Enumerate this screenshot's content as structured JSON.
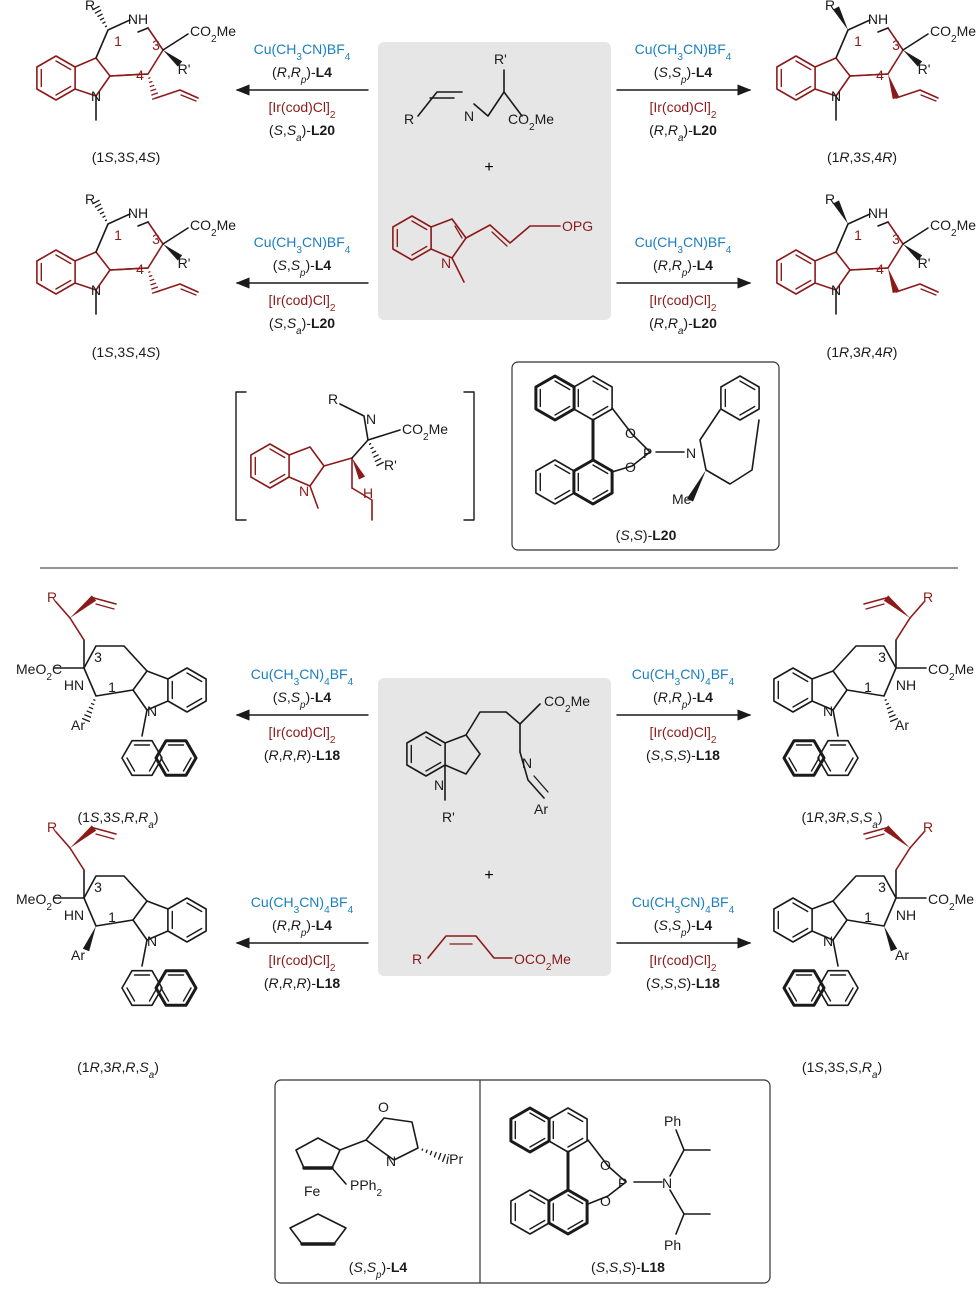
{
  "colors": {
    "black": "#1a1a1a",
    "red": "#8b1a1a",
    "blue": "#1a7fc1",
    "panel": "#e6e6e6",
    "rule": "#555555"
  },
  "top": {
    "substrate_imine": {
      "R": "R",
      "Rp": "R'",
      "N": "N",
      "ester": "CO2Me"
    },
    "plus": "+",
    "substrate_allyl": {
      "label": "OPG",
      "N": "N"
    },
    "rows": [
      {
        "left_cu": "Cu(CH3CN)BF4",
        "left_cu_lig": "(R,Rp)-L4",
        "left_ir": "[Ir(cod)Cl]2",
        "left_ir_lig": "(S,Sa)-L20",
        "right_cu": "Cu(CH3CN)BF4",
        "right_cu_lig": "(S,Sp)-L4",
        "right_ir": "[Ir(cod)Cl]2",
        "right_ir_lig": "(R,Ra)-L20",
        "left_label": "(1S,3S,4S)",
        "right_label": "(1R,3S,4R)"
      },
      {
        "left_cu": "Cu(CH3CN)BF4",
        "left_cu_lig": "(S,Sp)-L4",
        "left_ir": "[Ir(cod)Cl]2",
        "left_ir_lig": "(S,Sa)-L20",
        "right_cu": "Cu(CH3CN)BF4",
        "right_cu_lig": "(R,Rp)-L4",
        "right_ir": "[Ir(cod)Cl]2",
        "right_ir_lig": "(R,Ra)-L20",
        "left_label": "(1S,3S,4S)",
        "right_label": "(1R,3R,4R)"
      }
    ],
    "product_labels": {
      "R": "R",
      "NH": "NH",
      "ester": "CO2Me",
      "Rp": "R'",
      "N": "N",
      "n1": "1",
      "n3": "3",
      "n4": "4"
    },
    "intermediate": {
      "R": "R",
      "N": "N",
      "ester": "CO2Me",
      "Rp": "R'",
      "H": "H"
    },
    "ligand_L20": {
      "O1": "O",
      "O2": "O",
      "P": "P",
      "N": "N",
      "Me": "Me",
      "caption": "(S,S)-L20"
    }
  },
  "bottom": {
    "substrate_imine": {
      "ester": "CO2Me",
      "N": "N",
      "Ar": "Ar",
      "Rp": "R'"
    },
    "plus": "+",
    "substrate_allyl": {
      "R": "R",
      "label": "OCO2Me"
    },
    "rows": [
      {
        "left_cu": "Cu(CH3CN)4BF4",
        "left_cu_lig": "(S,Sp)-L4",
        "left_ir": "[Ir(cod)Cl]2",
        "left_ir_lig": "(R,R,R)-L18",
        "right_cu": "Cu(CH3CN)4BF4",
        "right_cu_lig": "(R,Rp)-L4",
        "right_ir": "[Ir(cod)Cl]2",
        "right_ir_lig": "(S,S,S)-L18",
        "left_label": "(1S,3S,R,Ra)",
        "right_label": "(1R,3R,S,Sa)"
      },
      {
        "left_cu": "Cu(CH3CN)4BF4",
        "left_cu_lig": "(R,Rp)-L4",
        "left_ir": "[Ir(cod)Cl]2",
        "left_ir_lig": "(R,R,R)-L18",
        "right_cu": "Cu(CH3CN)4BF4",
        "right_cu_lig": "(S,Sp)-L4",
        "right_ir": "[Ir(cod)Cl]2",
        "right_ir_lig": "(S,S,S)-L18",
        "left_label": "(1R,3R,R,Sa)",
        "right_label": "(1S,3S,S,Ra)"
      }
    ],
    "product_labels": {
      "R": "R",
      "ester": "CO2Me",
      "ester_left": "MeO2C",
      "NH": "NH",
      "HN": "HN",
      "N": "N",
      "Ar": "Ar",
      "n1": "1",
      "n3": "3"
    },
    "ligand_L4": {
      "O": "O",
      "N": "N",
      "iPr": "iPr",
      "P": "PPh2",
      "Fe": "Fe",
      "caption": "(S,Sp)-L4"
    },
    "ligand_L18": {
      "O1": "O",
      "O2": "O",
      "P": "P",
      "N": "N",
      "Ph1": "Ph",
      "Ph2": "Ph",
      "caption": "(S,S,S)-L18"
    }
  }
}
